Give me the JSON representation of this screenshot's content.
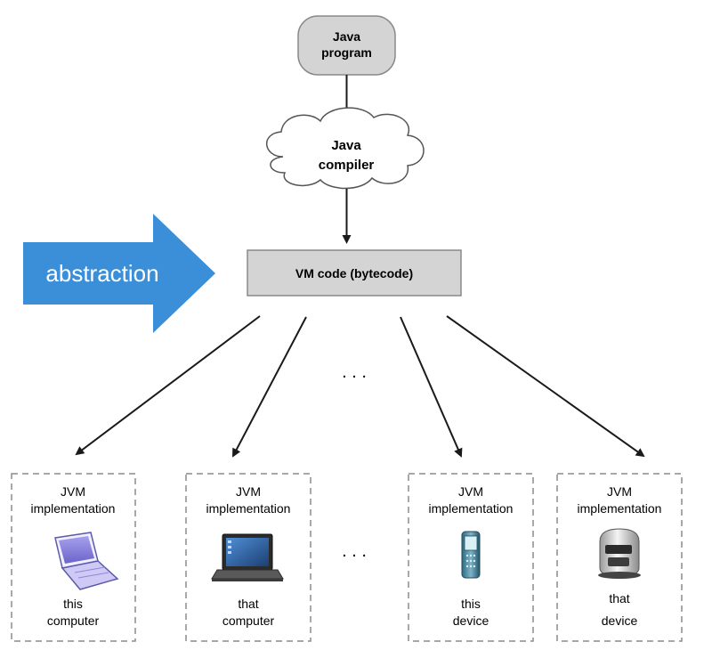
{
  "java_program": {
    "line1": "Java",
    "line2": "program"
  },
  "java_compiler": {
    "line1": "Java",
    "line2": "compiler"
  },
  "vm_code": {
    "label": "VM code (bytecode)"
  },
  "abstraction": {
    "label": "abstraction"
  },
  "ellipsis": {
    "upper": ". . .",
    "lower": ". . ."
  },
  "jvm_boxes": [
    {
      "title1": "JVM",
      "title2": "implementation",
      "caption1": "this",
      "caption2": "computer",
      "icon": "purple-laptop-icon"
    },
    {
      "title1": "JVM",
      "title2": "implementation",
      "caption1": "that",
      "caption2": "computer",
      "icon": "dark-laptop-icon"
    },
    {
      "title1": "JVM",
      "title2": "implementation",
      "caption1": "this",
      "caption2": "device",
      "icon": "cellphone-icon"
    },
    {
      "title1": "JVM",
      "title2": "implementation",
      "caption1": "that",
      "caption2": "device",
      "icon": "appliance-icon"
    }
  ],
  "colors": {
    "node_fill": "#d4d4d4",
    "node_stroke": "#8a8a8a",
    "arrow": "#1a1a1a",
    "abstraction_arrow": "#3b8fd9",
    "dashed_box": "#8c8c8c"
  }
}
